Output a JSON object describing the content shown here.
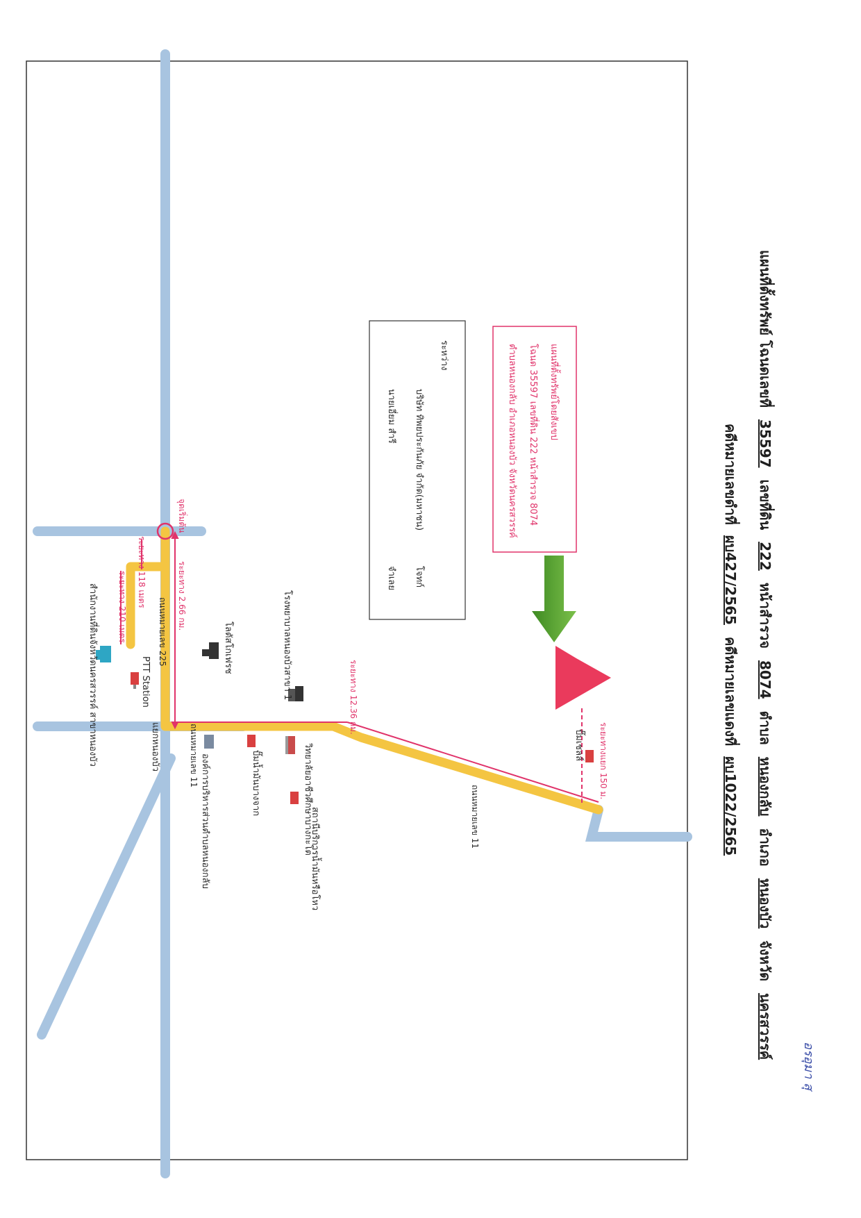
{
  "header": {
    "line1_prefix": "แผนที่ตั้งทรัพย์ โฉนดเลขที่",
    "line1_deed": "35597",
    "line1_land_label": "เลขที่ดิน",
    "line1_land": "222",
    "line1_survey_label": "หน้าสำรวจ",
    "line1_survey": "8074",
    "line1_tambon_label": "ตำบล",
    "line1_tambon": "หนองกลับ",
    "line1_amphoe_label": "อำเภอ",
    "line1_amphoe": "หนองบัว",
    "line1_province_label": "จังหวัด",
    "line1_province": "นครสวรรค์",
    "line2_black_label": "คดีหมายเลขดำที่",
    "line2_black": "ผบ427/2565",
    "line2_red_label": "คดีหมายเลขแดงที่",
    "line2_red": "ผบ1022/2565"
  },
  "info_box": {
    "title": "แผนที่ตั้งทรัพย์โดยสังเขป",
    "line1": "โฉนด 35597 เลขที่ดิน 222 หน้าสำรวจ 8074",
    "line2": "ตำบลหนองกลับ อำเภอหนองบัว จังหวัดนครสวรรค์"
  },
  "parties_box": {
    "between": "ระหว่าง",
    "plaintiff": "บริษัท ทิพยประกันภัย จำกัด(มหาชน)",
    "plaintiff_role": "โจทก์",
    "defendant": "นายเอี่ยม สำรี",
    "defendant_role": "จำเลย"
  },
  "labels": {
    "start_point": "จุดเริ่มต้น",
    "dist_118": "ระยะทาง 118 เมตร",
    "dist_210": "ระยะทาง 210 เมตร",
    "dist_266": "ระยะทาง 2.66 กม.",
    "dist_1236": "ระยะทาง 12.36 กม.",
    "dist_150": "ระยะทางแยก 150 ม.",
    "road_225": "ถนนหมายเลข 225",
    "road_11_a": "ถนนหมายเลข 11",
    "road_11_b": "ถนนหมายเลข 11",
    "nong_bua_junction": "แยกหนองบัว",
    "lotus": "โลตัสโกเฟรช",
    "hospital": "โรงพยาบาลหนองบัวสาขา 1",
    "ptt": "PTT Station",
    "land_office": "สำนักงานที่ดินจังหวัดนครสวรรค์ สาขาหนองบัว",
    "college": "วิทยาลัยอาชีวศึกษาบางกะโต",
    "bangchak": "ปั๊มน้ำมันบางจาก",
    "sao": "องค์การบริหารส่วนตำบลหนองกลับ",
    "gas_station": "สถานีบริการน้ำมันหรือโหว",
    "pump": "ปั๊มเชลล์"
  },
  "signature": "อรอุมา สุ",
  "colors": {
    "road_blue": "#a8c4e0",
    "route_yellow": "#f4c542",
    "pink": "#e0336a",
    "arrow_green": "#5aa832",
    "land_red": "#ea3a5c"
  }
}
